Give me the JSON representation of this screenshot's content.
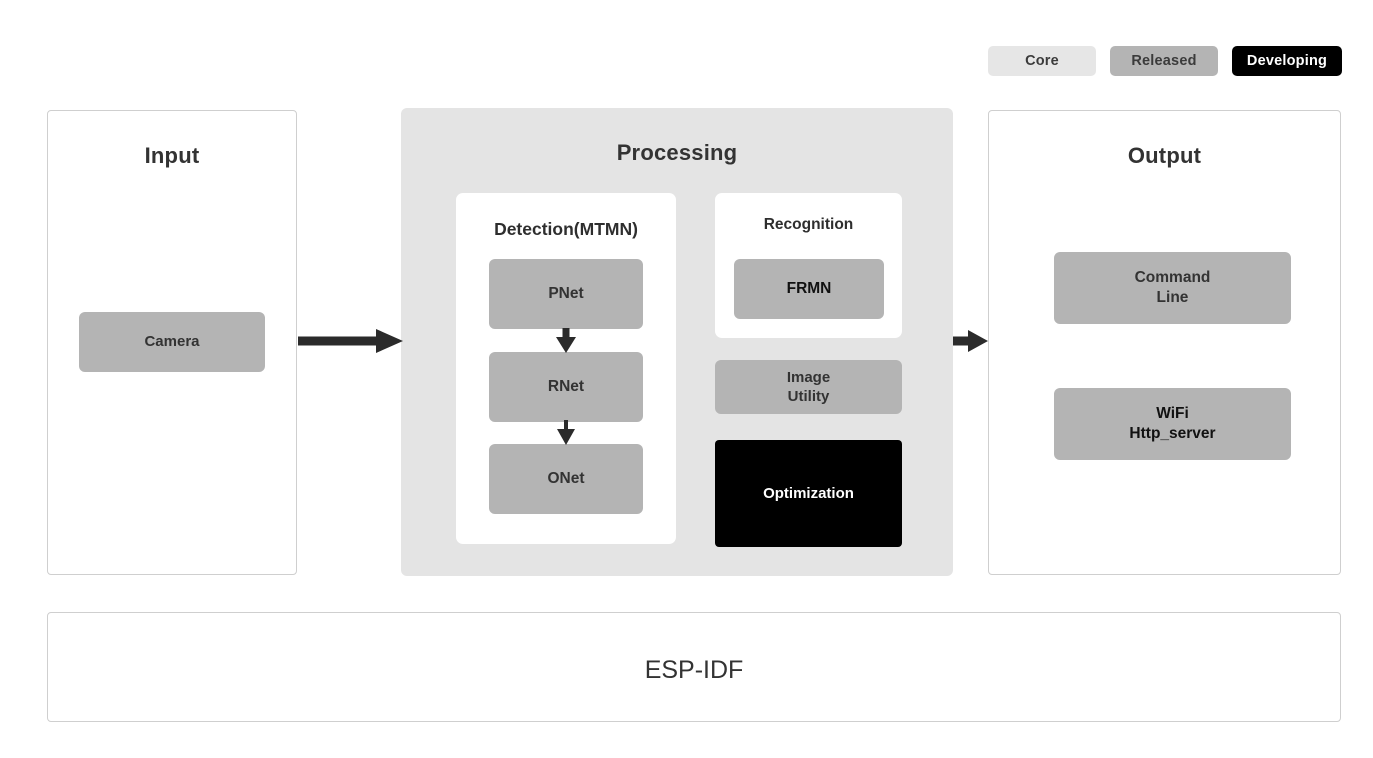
{
  "legend": {
    "items": [
      {
        "label": "Core",
        "color": "#e6e6e6",
        "text_color": "#3b3b3b"
      },
      {
        "label": "Released",
        "color": "#b4b4b4",
        "text_color": "#3b3b3b"
      },
      {
        "label": "Developing",
        "color": "#000000",
        "text_color": "#ffffff"
      }
    ]
  },
  "panels": {
    "input": {
      "title": "Input",
      "blocks": [
        {
          "label": "Camera",
          "status": "Released",
          "color": "#b4b4b4"
        }
      ]
    },
    "processing": {
      "title": "Processing",
      "background": "#e4e4e4",
      "detection": {
        "title": "Detection(MTMN)",
        "blocks": [
          {
            "label": "PNet",
            "status": "Released",
            "color": "#b4b4b4"
          },
          {
            "label": "RNet",
            "status": "Released",
            "color": "#b4b4b4"
          },
          {
            "label": "ONet",
            "status": "Released",
            "color": "#b4b4b4"
          }
        ]
      },
      "recognition": {
        "title": "Recognition",
        "blocks": [
          {
            "label": "FRMN",
            "status": "Released",
            "color": "#b4b4b4"
          }
        ]
      },
      "extra_blocks": [
        {
          "label": "Image\nUtility",
          "status": "Released",
          "color": "#b4b4b4"
        },
        {
          "label": "Optimization",
          "status": "Developing",
          "color": "#000000"
        }
      ]
    },
    "output": {
      "title": "Output",
      "blocks": [
        {
          "label": "Command\nLine",
          "status": "Released",
          "color": "#b4b4b4"
        },
        {
          "label": "WiFi\nHttp_server",
          "status": "Released",
          "color": "#b4b4b4"
        }
      ]
    },
    "foundation": {
      "title": "ESP-IDF"
    }
  },
  "arrows": [
    {
      "name": "input-to-processing",
      "direction": "right",
      "from": "Camera",
      "to": "Processing"
    },
    {
      "name": "processing-to-output",
      "direction": "right",
      "from": "Processing",
      "to": "Output"
    },
    {
      "name": "pnet-to-rnet",
      "direction": "down",
      "from": "PNet",
      "to": "RNet"
    },
    {
      "name": "rnet-to-onet",
      "direction": "down",
      "from": "RNet",
      "to": "ONet"
    }
  ],
  "colors": {
    "arrow": "#2b2b2b",
    "panel_border": "#cfcfcf",
    "panel_bg": "#ffffff",
    "processing_bg": "#e4e4e4",
    "block_gray": "#b4b4b4",
    "block_black": "#000000",
    "text_dark": "#333333"
  }
}
